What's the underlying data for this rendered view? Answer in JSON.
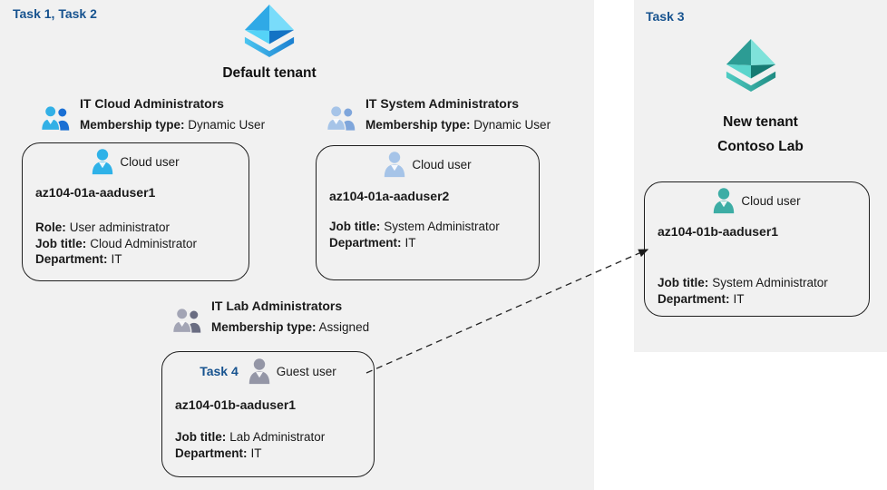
{
  "colors": {
    "task_blue": "#17538f",
    "panel_bg": "#f1f1f1",
    "cloud_user_cyan": "#2fb2e8",
    "cloud_user_steel": "#a6c4e8",
    "guest_user_gray": "#9496a6",
    "cloud_user_teal": "#3dada5",
    "group1_front": "#32b0e6",
    "group1_back": "#1a6fd4",
    "group2_front": "#a6c4e8",
    "group2_back": "#7fa6db",
    "group3_front": "#a3a5b5",
    "group3_back": "#6a6d82",
    "arrow": "#222222"
  },
  "left_panel": {
    "task_label": "Task 1, Task 2",
    "tenant_name": "Default tenant",
    "groups": [
      {
        "title": "IT Cloud Administrators",
        "membership_label": "Membership type:",
        "membership_value": "Dynamic User"
      },
      {
        "title": "IT System Administrators",
        "membership_label": "Membership type:",
        "membership_value": "Dynamic User"
      },
      {
        "title": "IT Lab Administrators",
        "membership_label": "Membership type:",
        "membership_value": "Assigned"
      }
    ]
  },
  "right_panel": {
    "task_label": "Task 3",
    "tenant_name_line1": "New tenant",
    "tenant_name_line2": "Contoso Lab"
  },
  "cards": [
    {
      "user_type": "Cloud user",
      "username": "az104-01a-aaduser1",
      "fields": [
        {
          "label": "Role:",
          "value": "User administrator"
        },
        {
          "label": "Job title:",
          "value": "Cloud Administrator"
        },
        {
          "label": "Department:",
          "value": "IT"
        }
      ]
    },
    {
      "user_type": "Cloud user",
      "username": "az104-01a-aaduser2",
      "fields": [
        {
          "label": "Job title:",
          "value": "System Administrator"
        },
        {
          "label": "Department:",
          "value": "IT"
        }
      ]
    },
    {
      "task_label": "Task 4",
      "user_type": "Guest user",
      "username": "az104-01b-aaduser1",
      "fields": [
        {
          "label": "Job title:",
          "value": "Lab Administrator"
        },
        {
          "label": "Department:",
          "value": "IT"
        }
      ]
    },
    {
      "user_type": "Cloud user",
      "username": "az104-01b-aaduser1",
      "fields": [
        {
          "label": "Job title:",
          "value": "System Administrator"
        },
        {
          "label": "Department:",
          "value": "IT"
        }
      ]
    }
  ]
}
